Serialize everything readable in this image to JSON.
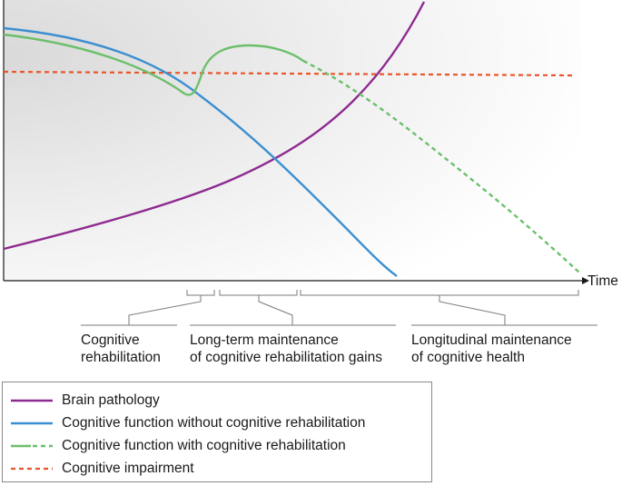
{
  "axis": {
    "x_label": "Time"
  },
  "phases": [
    {
      "id": "cognitive-rehabilitation",
      "lines": [
        "Cognitive",
        "rehabilitation"
      ]
    },
    {
      "id": "long-term-maintenance",
      "lines": [
        "Long-term maintenance",
        "of cognitive rehabilitation gains"
      ]
    },
    {
      "id": "longitudinal-maintenance",
      "lines": [
        "Longitudinal maintenance",
        "of cognitive health"
      ]
    }
  ],
  "legend": {
    "items": [
      {
        "label": "Brain pathology",
        "color": "#8e2a8f",
        "style": "solid"
      },
      {
        "label": "Cognitive function without cognitive rehabilitation",
        "color": "#3b8fd1",
        "style": "solid"
      },
      {
        "label": "Cognitive function with cognitive rehabilitation",
        "color": "#6cbf6c",
        "style": "solid-dashed"
      },
      {
        "label": "Cognitive impairment",
        "color": "#e8552a",
        "style": "dashed"
      }
    ]
  }
}
